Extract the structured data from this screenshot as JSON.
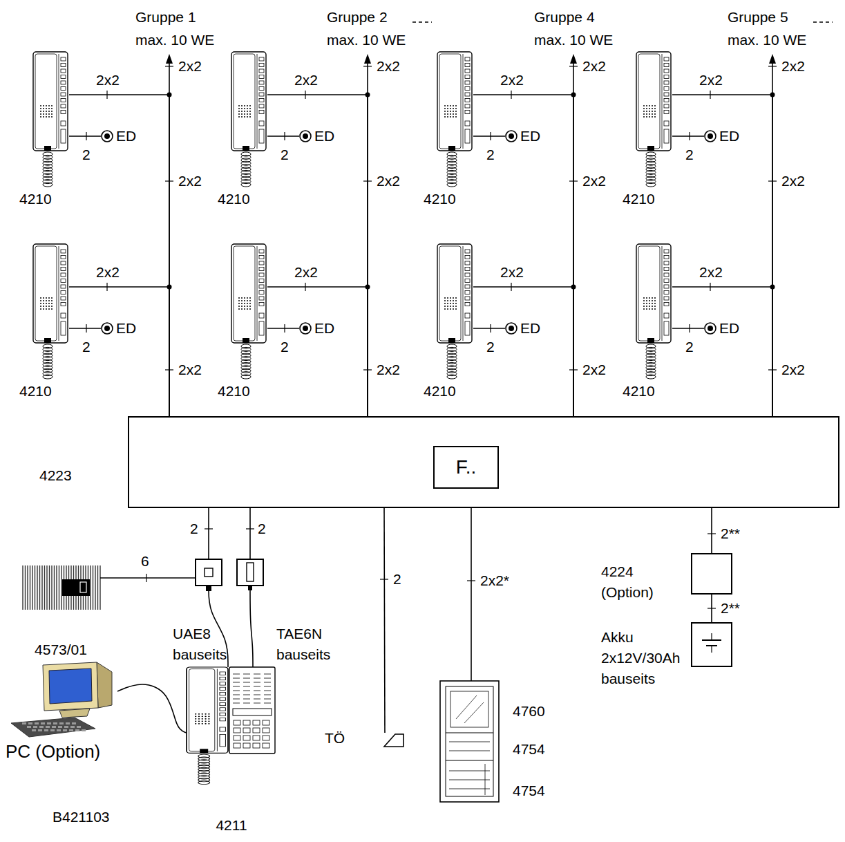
{
  "diagram": {
    "nodes": [
      {
        "text": [
          "4223"
        ]
      },
      {
        "text": [
          "F.."
        ],
        "in": 0
      },
      {
        "text": [
          "4210"
        ]
      },
      {
        "text": [
          "ED"
        ]
      },
      {
        "text": [
          "4210"
        ]
      },
      {
        "text": [
          "ED"
        ]
      },
      {
        "text": [
          "4210"
        ]
      },
      {
        "text": [
          "ED"
        ]
      },
      {
        "text": [
          "4210"
        ]
      },
      {
        "text": [
          "ED"
        ]
      },
      {
        "text": [
          "4210"
        ]
      },
      {
        "text": [
          "ED"
        ]
      },
      {
        "text": [
          "4210"
        ]
      },
      {
        "text": [
          "ED"
        ]
      },
      {
        "text": [
          "4210"
        ]
      },
      {
        "text": [
          "ED"
        ]
      },
      {
        "text": [
          "4210"
        ]
      },
      {
        "text": [
          "ED"
        ]
      },
      {
        "text": [
          "UAE8 bauseits"
        ]
      },
      {
        "text": [
          "TAE6N bauseits"
        ]
      },
      {
        "text": [
          "4573/01"
        ]
      },
      {
        "text": [
          "PC (Option)"
        ]
      },
      {
        "text": [
          "4211"
        ]
      },
      {
        "text": [
          "TÖ"
        ]
      },
      {
        "text": [
          "4760",
          "4754",
          "4754"
        ]
      },
      {
        "text": [
          "4224 (Option)"
        ]
      },
      {
        "text": [
          "Akku 2x12V/30Ah bauseits"
        ]
      }
    ],
    "edges": [
      {
        "from": 0,
        "to": 2,
        "label": "2x2",
        "arrow": "none"
      },
      {
        "from": 2,
        "to": 3,
        "label": "2",
        "arrow": "none"
      },
      {
        "from": 0,
        "to": 4,
        "label": "2x2",
        "arrow": "none"
      },
      {
        "from": 4,
        "to": 5,
        "label": "2",
        "arrow": "none"
      },
      {
        "from": 0,
        "to": 6,
        "label": "2x2",
        "arrow": "none"
      },
      {
        "from": 6,
        "to": 7,
        "label": "2",
        "arrow": "none"
      },
      {
        "from": 0,
        "to": 8,
        "label": "2x2",
        "arrow": "none"
      },
      {
        "from": 8,
        "to": 9,
        "label": "2",
        "arrow": "none"
      },
      {
        "from": 0,
        "to": 10,
        "label": "2x2",
        "arrow": "none"
      },
      {
        "from": 10,
        "to": 11,
        "label": "2",
        "arrow": "none"
      },
      {
        "from": 0,
        "to": 12,
        "label": "2x2",
        "arrow": "none"
      },
      {
        "from": 12,
        "to": 13,
        "label": "2",
        "arrow": "none"
      },
      {
        "from": 0,
        "to": 14,
        "label": "2x2",
        "arrow": "none"
      },
      {
        "from": 14,
        "to": 15,
        "label": "2",
        "arrow": "none"
      },
      {
        "from": 0,
        "to": 16,
        "label": "2x2",
        "arrow": "none"
      },
      {
        "from": 16,
        "to": 17,
        "label": "2",
        "arrow": "none"
      },
      {
        "from": 0,
        "to": 18,
        "label": "2",
        "arrow": "none"
      },
      {
        "from": 0,
        "to": 19,
        "label": "2",
        "arrow": "none"
      },
      {
        "from": 20,
        "to": 18,
        "label": "6",
        "arrow": "none"
      },
      {
        "from": 18,
        "to": 22,
        "arrow": "none"
      },
      {
        "from": 19,
        "to": 22,
        "arrow": "none"
      },
      {
        "from": 21,
        "to": 22,
        "arrow": "none"
      },
      {
        "from": 0,
        "to": 23,
        "label": "2",
        "arrow": "none"
      },
      {
        "from": 0,
        "to": 24,
        "label": "2x2*",
        "arrow": "none"
      },
      {
        "from": 0,
        "to": 25,
        "label": "2**",
        "arrow": "none"
      },
      {
        "from": 25,
        "to": 26,
        "label": "2**",
        "arrow": "none"
      }
    ],
    "labels": [
      "Gruppe 1 max. 10 WE",
      "Gruppe 2 max. 10 WE",
      "Gruppe 4 max. 10 WE",
      "Gruppe 5 max. 10 WE",
      "2x2",
      "2x2",
      "2x2",
      "2x2",
      "2x2",
      "2x2",
      "2x2",
      "2x2",
      "2x2",
      "2x2",
      "2x2",
      "2x2",
      "B421103"
    ]
  }
}
